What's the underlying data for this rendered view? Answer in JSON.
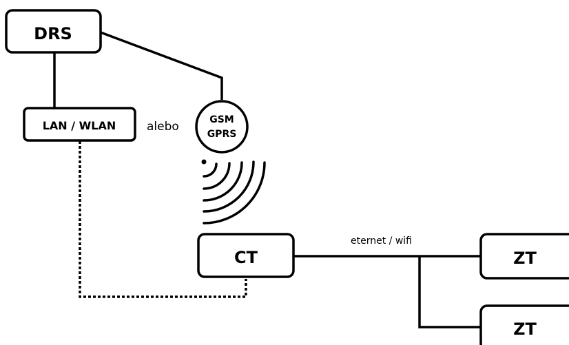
{
  "nodes": {
    "drs": "DRS",
    "lan_wlan": "LAN / WLAN",
    "gsm_top": "GSM",
    "gsm_bottom": "GPRS",
    "ct": "CT",
    "zt_1": "ZT",
    "zt_2": "ZT"
  },
  "labels": {
    "alebo": "alebo",
    "link": "eternet / wifi"
  },
  "icons": {
    "wireless": "wireless-signal-icon"
  },
  "colors": {
    "line": "#000000",
    "background": "#ffffff"
  }
}
